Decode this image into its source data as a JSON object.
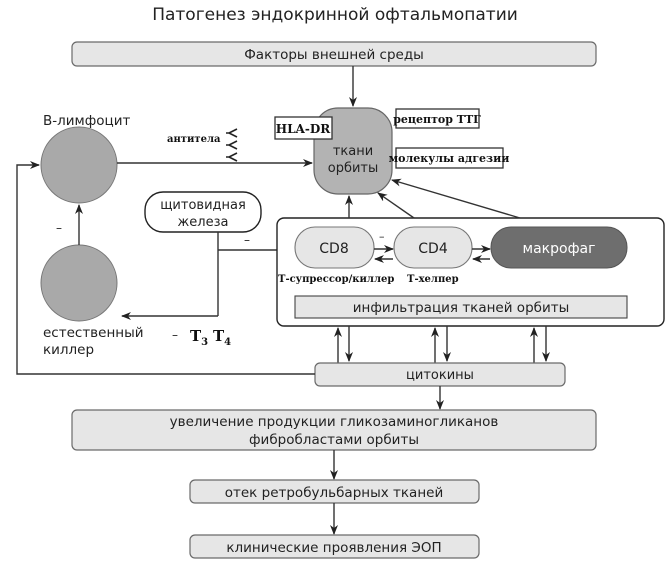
{
  "title": "Патогенез эндокринной офтальмопатии",
  "nodes": {
    "external_factors": "Факторы внешней среды",
    "b_lymphocyte": "В-лимфоцит",
    "antibodies": "антитела",
    "hla_dr": "HLA-DR",
    "tshr": "рецептор ТТГ",
    "adhesion": "молекулы адгезии",
    "orbit_tissue_line1": "ткани",
    "orbit_tissue_line2": "орбиты",
    "thyroid_line1": "щитовидная",
    "thyroid_line2": "железа",
    "cd8": "CD8",
    "cd8_caption": "Т-супрессор/киллер",
    "cd4": "CD4",
    "cd4_caption": "Т-хелпер",
    "macrophage": "макрофаг",
    "infiltration": "инфильтрация тканей орбиты",
    "nk_line1": "естественный",
    "nk_line2": "киллер",
    "hormones_minus": "–",
    "hormones_t": "T",
    "hormones_3": "3",
    "hormones_4": "4",
    "cytokines": "цитокины",
    "gag_line1": "увеличение продукции гликозаминогликанов",
    "gag_line2": "фибробластами орбиты",
    "edema": "отек ретробульбарных тканей",
    "clinical": "клинические проявления ЭОП"
  },
  "minus_sign": "–",
  "colors": {
    "cell_gray": "#a9a9a9",
    "box_gray": "#e6e6e6",
    "macrophage": "#6e6e6e",
    "tissue": "#b3b3b3"
  }
}
